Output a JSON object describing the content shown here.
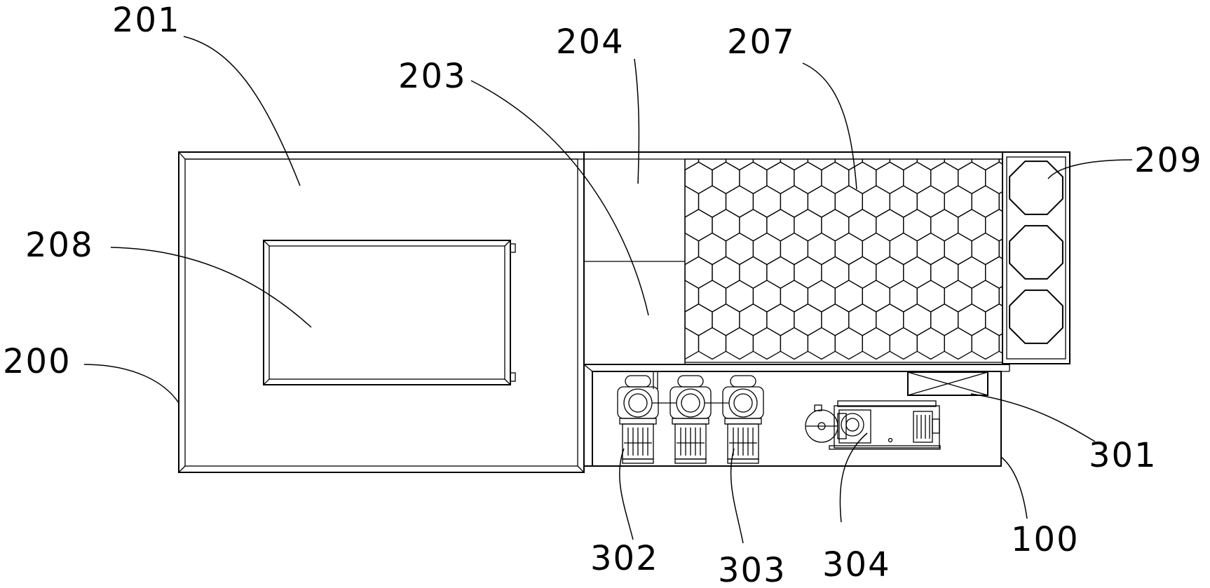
{
  "labels": {
    "l200": "200",
    "l201": "201",
    "l203": "203",
    "l204": "204",
    "l207": "207",
    "l208": "208",
    "l209": "209",
    "l301": "301",
    "l302": "302",
    "l303": "303",
    "l304": "304",
    "l100": "100"
  }
}
